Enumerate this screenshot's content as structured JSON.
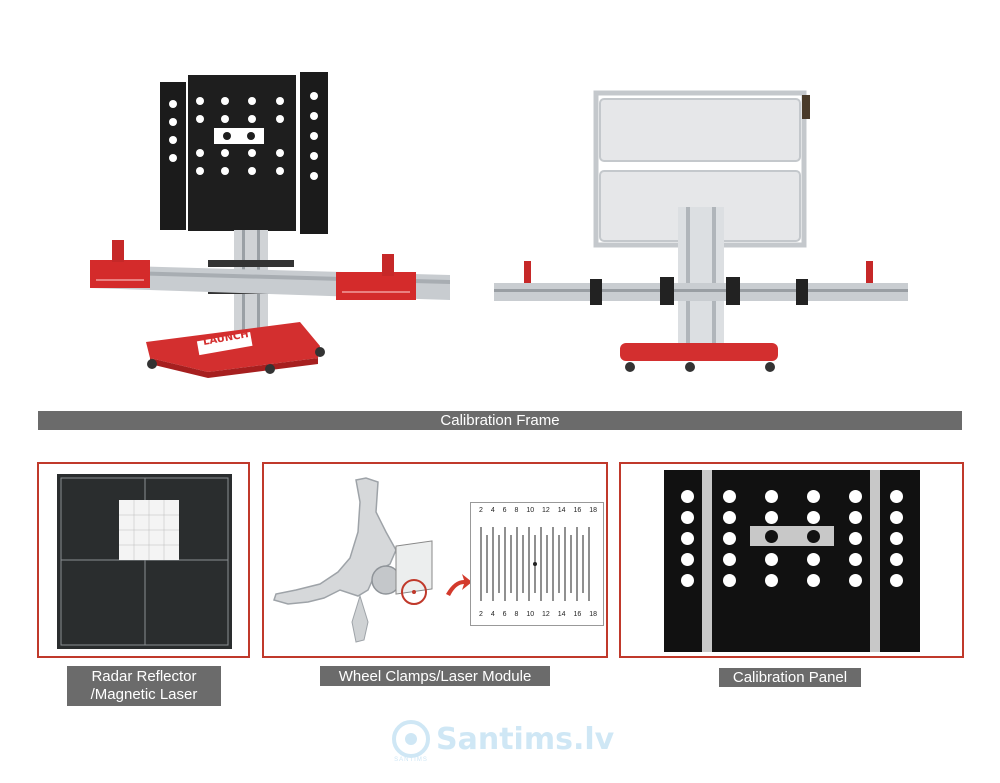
{
  "top_left_product": {
    "brand_plate": "LAUNCH"
  },
  "section_bar": {
    "label": "Calibration Frame"
  },
  "panels": [
    {
      "caption_line1": "Radar Reflector",
      "caption_line2": "/Magnetic Laser"
    },
    {
      "caption": "Wheel Clamps/Laser Module",
      "scale_top": [
        "2",
        "4",
        "6",
        "8",
        "10",
        "12",
        "14",
        "16",
        "18"
      ],
      "scale_bottom": [
        "2",
        "4",
        "6",
        "8",
        "10",
        "12",
        "14",
        "16",
        "18"
      ]
    },
    {
      "caption": "Calibration Panel"
    }
  ],
  "watermark": {
    "text": "Santims.lv",
    "ring_text": "SANTIMS"
  },
  "colors": {
    "accent_red": "#c0392b",
    "bar_gray": "#6b6b6b",
    "panel_black": "#111111",
    "watermark": "#cfe7f5"
  }
}
